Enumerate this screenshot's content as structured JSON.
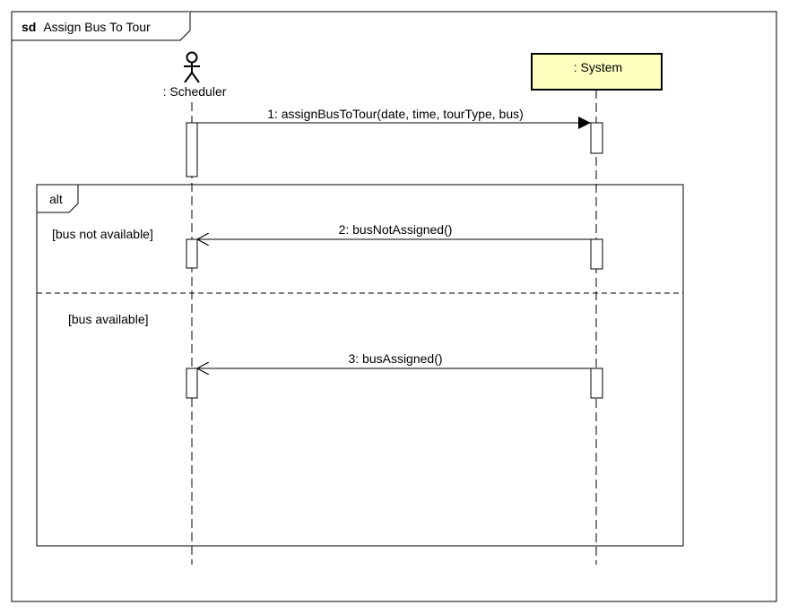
{
  "frame": {
    "keyword": "sd",
    "name": "Assign Bus To Tour"
  },
  "lifelines": [
    {
      "id": "scheduler",
      "kind": "actor",
      "label": ": Scheduler"
    },
    {
      "id": "system",
      "kind": "object",
      "label": ": System",
      "fill": "#ffffc0"
    }
  ],
  "messages": [
    {
      "label": "1: assignBusToTour(date, time, tourType, bus)",
      "from": "scheduler",
      "to": "system",
      "type": "sync"
    },
    {
      "label": "2: busNotAssigned()",
      "from": "system",
      "to": "scheduler",
      "type": "async"
    },
    {
      "label": "3: busAssigned()",
      "from": "system",
      "to": "scheduler",
      "type": "async"
    }
  ],
  "fragment": {
    "operator": "alt",
    "guards": [
      "[bus not available]",
      "[bus available]"
    ]
  },
  "colors": {
    "line": "#000000",
    "object_fill": "#ffffc0"
  }
}
